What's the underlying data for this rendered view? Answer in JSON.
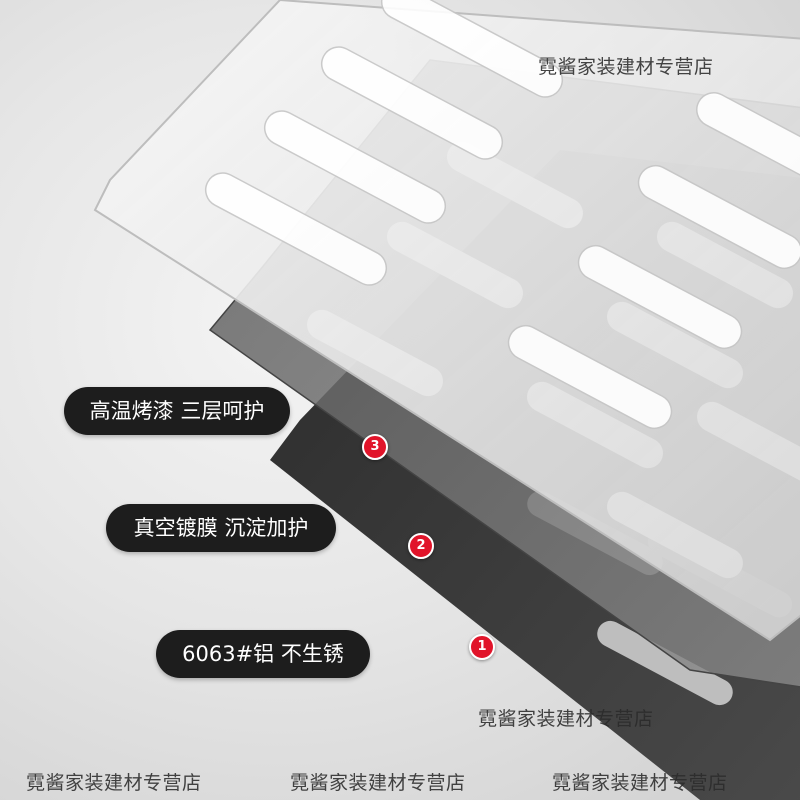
{
  "watermarks": {
    "top_right": "霓酱家装建材专营店",
    "center_bottom": "霓酱家装建材专营店",
    "bottom_left": "霓酱家装建材专营店",
    "bottom_center": "霓酱家装建材专营店",
    "bottom_right": "霓酱家装建材专营店"
  },
  "layers": [
    {
      "number": "3",
      "label": "高温烤漆 三层呵护"
    },
    {
      "number": "2",
      "label": "真空镀膜 沉淀加护"
    },
    {
      "number": "1",
      "label": "6063#铝 不生锈"
    }
  ],
  "colors": {
    "badge": "#e1142a",
    "pill_bg": "#1d1d1d",
    "clear_layer": "#e8e8e8",
    "smoke_layer": "#6b6b6b",
    "dark_layer": "#2e2e2e"
  }
}
